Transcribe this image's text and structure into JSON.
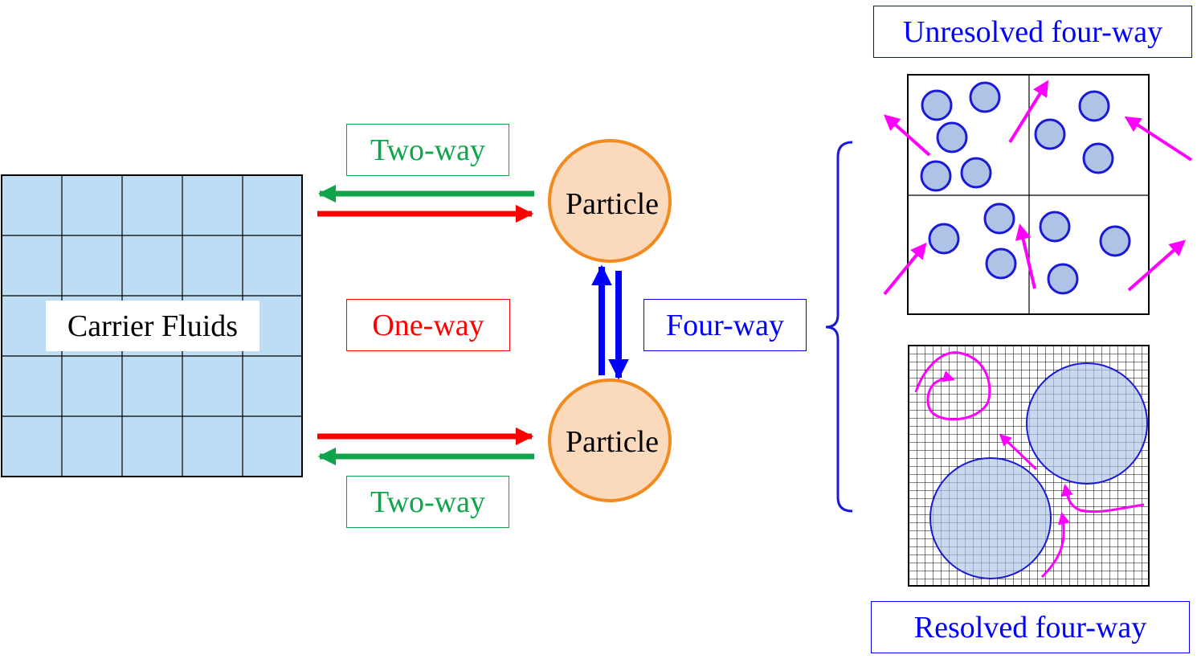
{
  "fluid": {
    "label": "Carrier Fluids"
  },
  "particles": {
    "top_label": "Particle",
    "bottom_label": "Particle"
  },
  "couplings": {
    "two_way_top": "Two-way",
    "one_way": "One-way",
    "two_way_bottom": "Two-way",
    "four_way": "Four-way"
  },
  "panels": {
    "unresolved_title": "Unresolved four-way",
    "resolved_title": "Resolved four-way"
  },
  "colors": {
    "fluid_fill": "#bdddf4",
    "particle_fill": "#fbd9bd",
    "particle_stroke": "#f28a1e",
    "two_way": "#10a54a",
    "one_way": "#ff0000",
    "four_way": "#0000ff",
    "flow_arrow": "#ff00ff",
    "dem_particle_fill": "#aec3e6",
    "dem_particle_stroke": "#1a1ad6"
  }
}
